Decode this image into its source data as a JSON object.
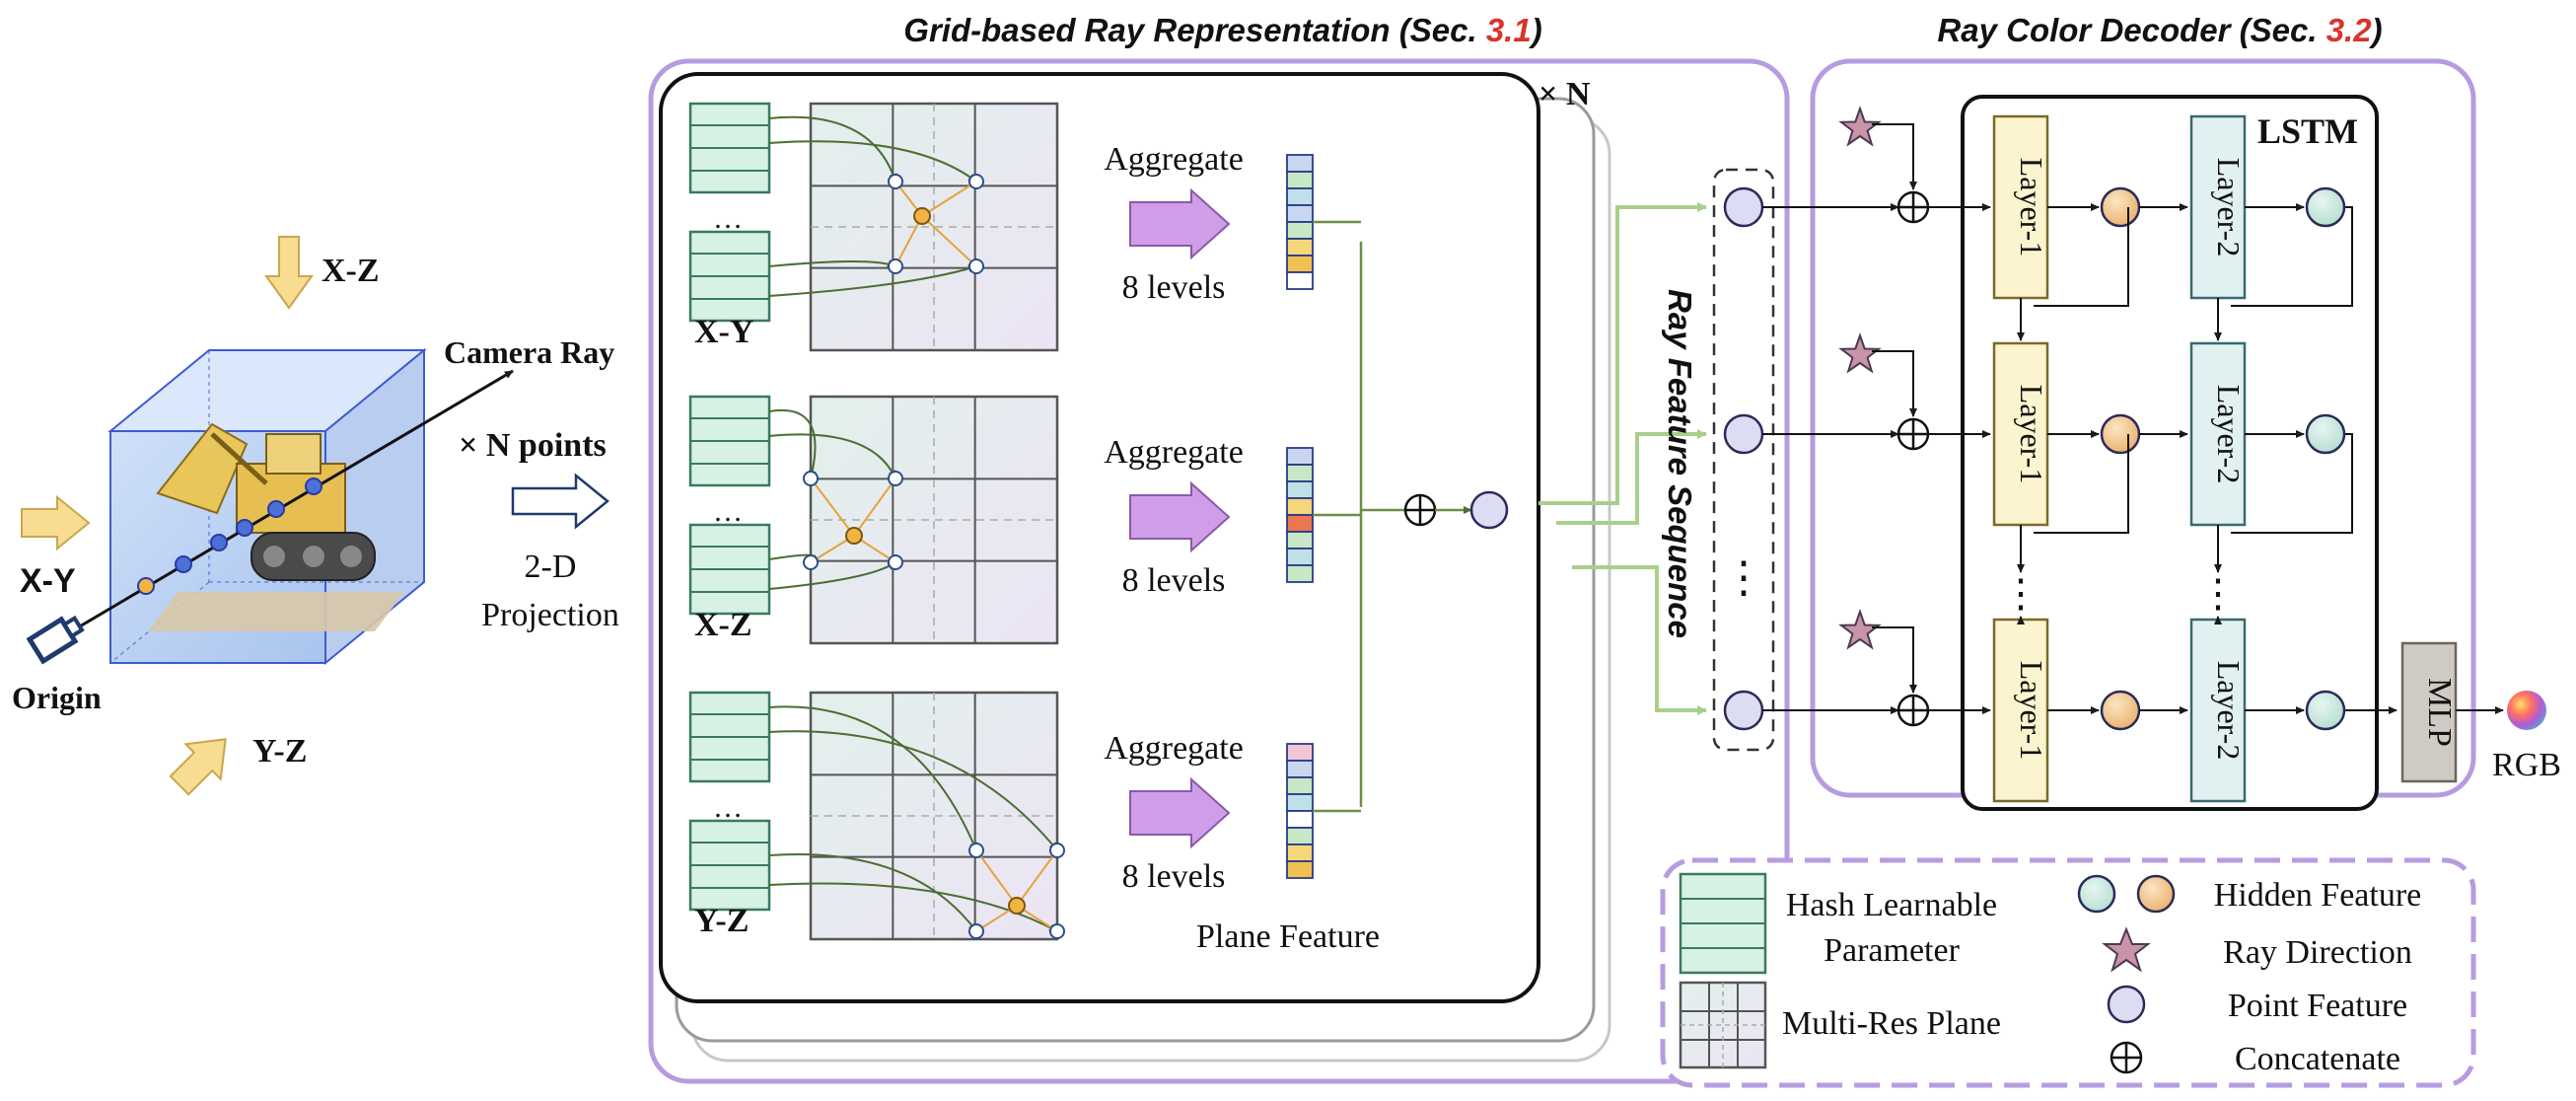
{
  "left": {
    "arrow_xz": "X-Z",
    "arrow_xy": "X-Y",
    "arrow_yz": "Y-Z",
    "camera_ray": "Camera Ray",
    "origin": "Origin",
    "n_points": "× N points",
    "projection_line1": "2-D",
    "projection_line2": "Projection"
  },
  "grid_section": {
    "title_main": "Grid-based Ray Representation (Sec. ",
    "title_ref": "3.1",
    "title_end": ")",
    "times_n": "× N",
    "rows": [
      {
        "plane": "X-Y",
        "aggregate": "Aggregate",
        "levels": "8 levels",
        "dots": "…"
      },
      {
        "plane": "X-Z",
        "aggregate": "Aggregate",
        "levels": "8 levels",
        "dots": "…"
      },
      {
        "plane": "Y-Z",
        "aggregate": "Aggregate",
        "levels": "8 levels",
        "dots": "…"
      }
    ],
    "plane_feature": "Plane Feature",
    "ray_feature_sequence": "Ray Feature Sequence",
    "sequence_dots": "⋮"
  },
  "decoder_section": {
    "title_main": "Ray Color Decoder (Sec. ",
    "title_ref": "3.2",
    "title_end": ")",
    "lstm": "LSTM",
    "layer1": "Layer-1",
    "layer2": "Layer-2",
    "mlp": "MLP",
    "rgb": "RGB",
    "vdots": "⋮"
  },
  "legend": {
    "hash": [
      "Hash Learnable",
      "Parameter"
    ],
    "multires": "Multi-Res Plane",
    "hidden": "Hidden Feature",
    "ray_direction": "Ray Direction",
    "point_feature": "Point Feature",
    "concatenate": "Concatenate"
  },
  "colors": {
    "frame_purple": "#b79be0",
    "ref_red": "#d9342b",
    "arrow_yellow": "#f7dc91",
    "arrow_purple": "#d09ee8",
    "hash_green": "#d7f1e4",
    "layer1_yellow": "#fbf4cf",
    "layer2_blue": "#e1f1f2",
    "hidden_teal": "#d3ede5",
    "hidden_orange": "#f4c98c",
    "point_lavender": "#dcdcf2",
    "star_pink": "#c994a8",
    "mlp_gray": "#cfcbc4",
    "line_green": "#a9cf8c"
  }
}
